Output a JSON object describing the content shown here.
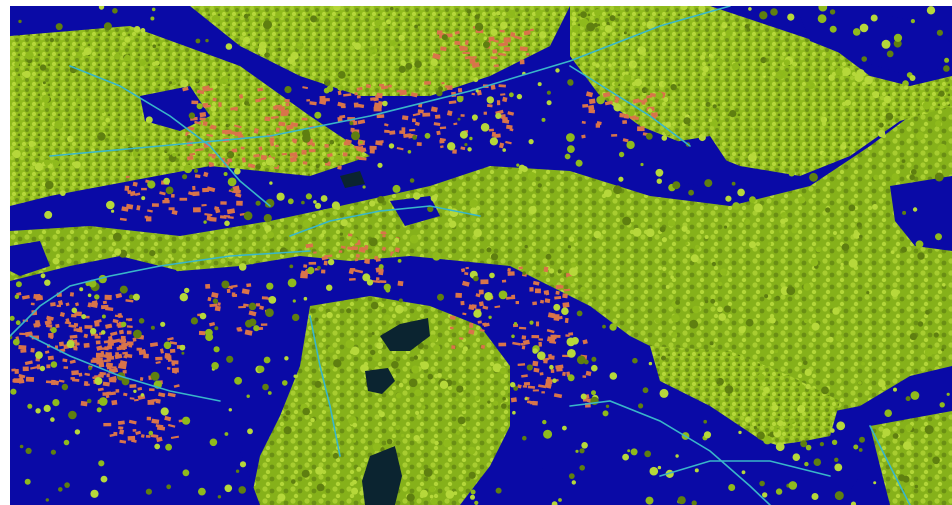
{
  "scene": {
    "kind": "lidar-point-cloud-classification-view",
    "colors": {
      "ground": "#0a0aa6",
      "vegetation": "#8fba1c",
      "vegetation_shadow": "#5f7f10",
      "vegetation_highlight": "#b6d83a",
      "buildings": "#d9744a",
      "roads_water": "#39b6c9",
      "dark_water": "#0b2430",
      "border": "#ffffff"
    },
    "classes_present": [
      "ground",
      "vegetation",
      "buildings",
      "roads",
      "water"
    ]
  }
}
